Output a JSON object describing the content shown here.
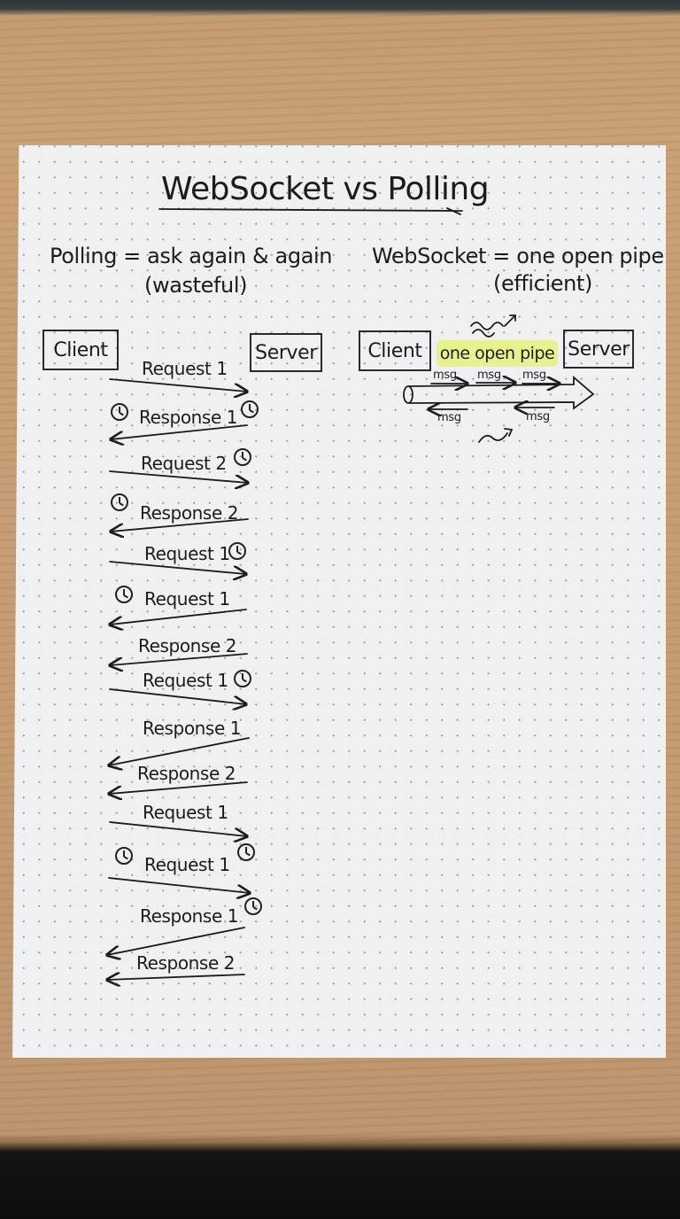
{
  "title": "WebSocket vs Polling",
  "polling": {
    "heading": "Polling = ask again & again",
    "note": "(wasteful)",
    "client": "Client",
    "server": "Server",
    "messages": [
      "Request 1",
      "Response 1",
      "Request 2",
      "Response 2",
      "Request 1",
      "Request 1",
      "Response 2",
      "Request 1",
      "Response 1",
      "Response 2",
      "Request 1",
      "Request 1",
      "Response 1",
      "Response 2"
    ]
  },
  "websocket": {
    "heading": "WebSocket = one open pipe",
    "note": "(efficient)",
    "client": "Client",
    "pipe_label": "one open pipe",
    "server": "Server",
    "msgs_top": [
      "msg",
      "msg",
      "msg"
    ],
    "msgs_bottom": [
      "msg",
      "msg"
    ]
  },
  "colors": {
    "ink": "#1c1c1e",
    "highlight": "#e7f28e",
    "paper": "#eef0f2"
  }
}
